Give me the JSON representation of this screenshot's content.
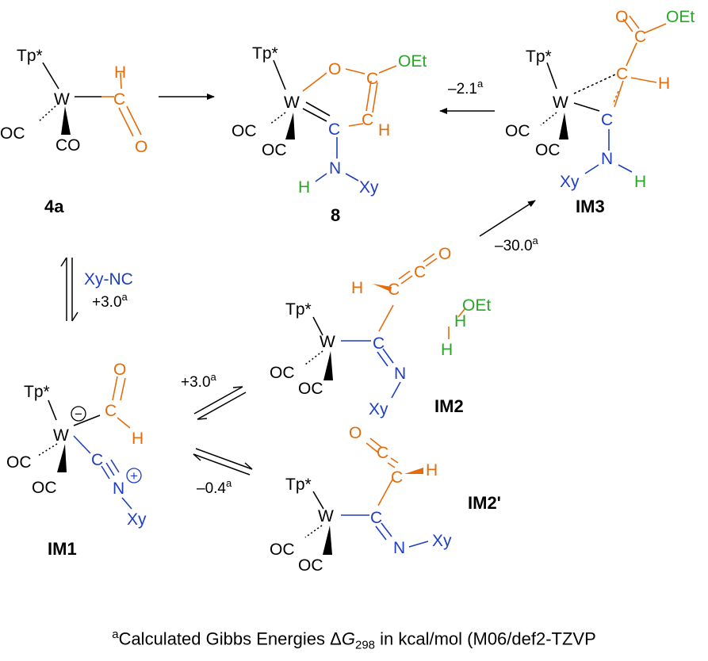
{
  "compounds": {
    "c4a": {
      "label": "4a"
    },
    "c8": {
      "label": "8"
    },
    "im3": {
      "label": "IM3"
    },
    "im1": {
      "label": "IM1"
    },
    "im2": {
      "label": "IM2"
    },
    "im2p": {
      "label": "IM2'"
    }
  },
  "atoms": {
    "tp": "Tp*",
    "w": "W",
    "oc": "OC",
    "co": "CO",
    "c": "C",
    "h": "H",
    "o": "O",
    "n": "N",
    "oet": "OEt",
    "xy": "Xy"
  },
  "reagent": {
    "label": "Xy-NC"
  },
  "energies": {
    "to8": "–2.1",
    "toIM3": "–30.0",
    "eq1": "+3.0",
    "toIM2": "+3.0",
    "toIM2p": "–0.4",
    "mark": "a"
  },
  "charges": {
    "minus": "−",
    "plus": "+"
  },
  "footnote": {
    "mark": "a",
    "text_before": "Calculated Gibbs Energies ",
    "delta": "Δ",
    "symbol": "G",
    "subscript": "298",
    "text_after": " in kcal/mol (M06/def2-TZVP"
  },
  "colors": {
    "orange": "#e46c0a",
    "blue": "#1f3fbf",
    "green": "#2aa52a",
    "black": "#000000"
  }
}
